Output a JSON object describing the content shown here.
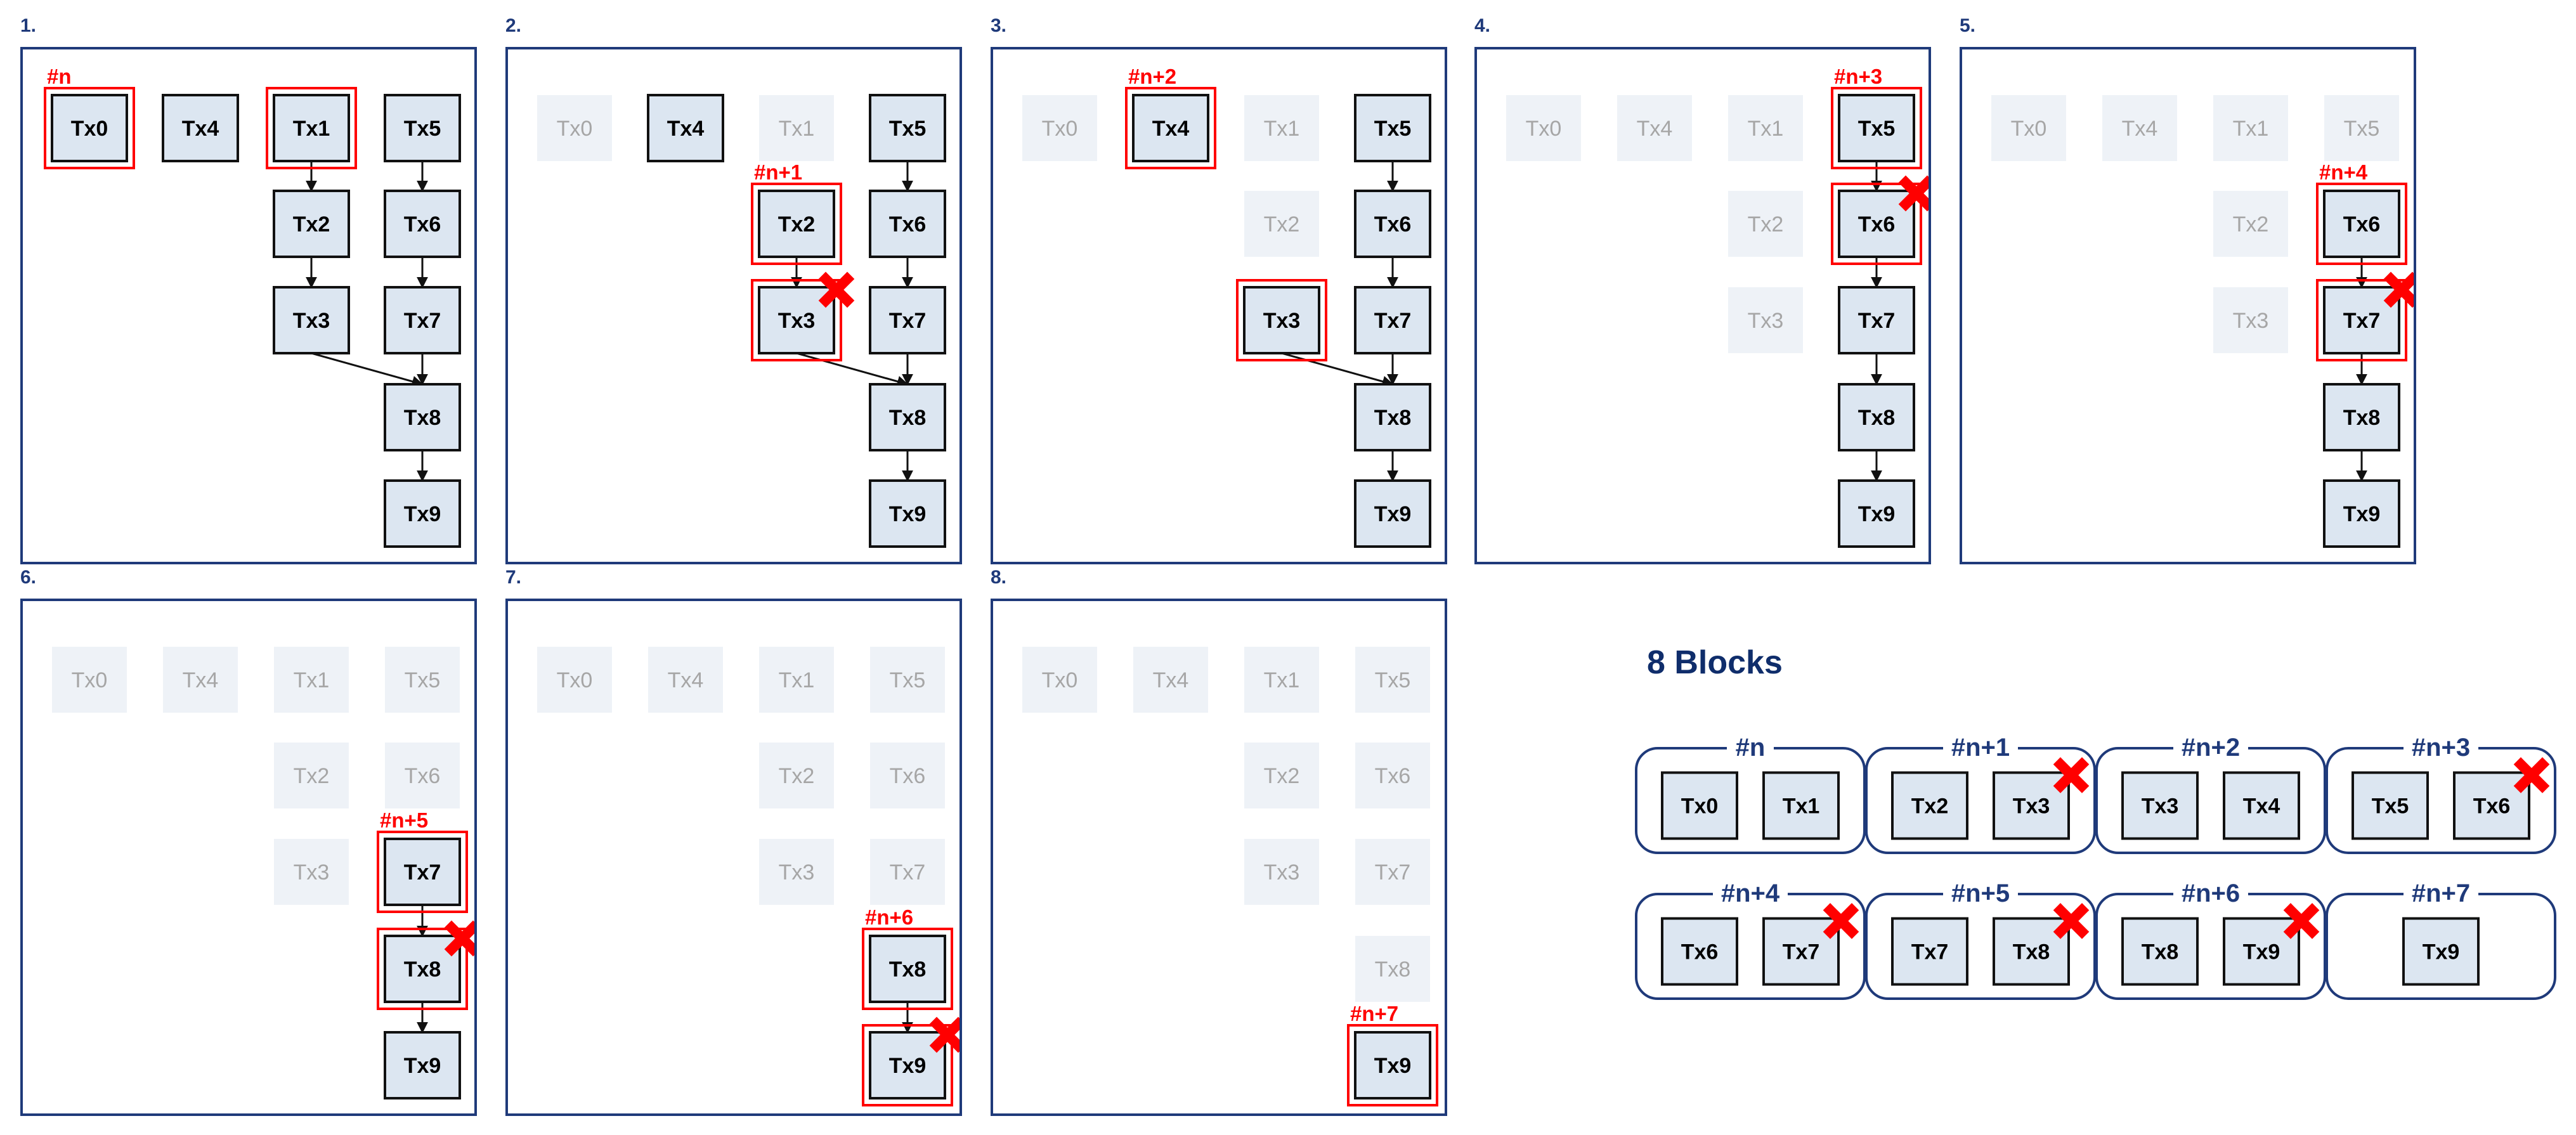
{
  "colors": {
    "panel_border": "#1f3a7a",
    "tx_fill": "#dce6f1",
    "tx_border": "#111111",
    "tx_faded_fill": "#eef2f7",
    "tx_faded_text": "#a6a6a6",
    "highlight": "#ff0000",
    "block_label": "#1f3a7a"
  },
  "icons": {
    "conflict": "red-x-icon"
  },
  "steps": [
    {
      "label": "1.",
      "faded": [],
      "active": [
        "Tx0",
        "Tx4",
        "Tx1",
        "Tx5",
        "Tx2",
        "Tx6",
        "Tx3",
        "Tx7",
        "Tx8",
        "Tx9"
      ],
      "highlighted": [
        "Tx0",
        "Tx1"
      ],
      "crossed": [],
      "block_labels": [
        {
          "text": "#n",
          "at": "Tx0"
        }
      ]
    },
    {
      "label": "2.",
      "faded": [
        "Tx0",
        "Tx1"
      ],
      "active": [
        "Tx4",
        "Tx5",
        "Tx2",
        "Tx6",
        "Tx3",
        "Tx7",
        "Tx8",
        "Tx9"
      ],
      "highlighted": [
        "Tx2",
        "Tx3"
      ],
      "crossed": [
        "Tx3"
      ],
      "block_labels": [
        {
          "text": "#n+1",
          "at": "Tx2"
        }
      ]
    },
    {
      "label": "3.",
      "faded": [
        "Tx0",
        "Tx1",
        "Tx2"
      ],
      "active": [
        "Tx4",
        "Tx5",
        "Tx6",
        "Tx3",
        "Tx7",
        "Tx8",
        "Tx9"
      ],
      "highlighted": [
        "Tx4",
        "Tx3"
      ],
      "crossed": [],
      "block_labels": [
        {
          "text": "#n+2",
          "at": "Tx4"
        }
      ]
    },
    {
      "label": "4.",
      "faded": [
        "Tx0",
        "Tx4",
        "Tx1",
        "Tx2",
        "Tx3"
      ],
      "active": [
        "Tx5",
        "Tx6",
        "Tx7",
        "Tx8",
        "Tx9"
      ],
      "highlighted": [
        "Tx5",
        "Tx6"
      ],
      "crossed": [
        "Tx6"
      ],
      "block_labels": [
        {
          "text": "#n+3",
          "at": "Tx5"
        }
      ]
    },
    {
      "label": "5.",
      "faded": [
        "Tx0",
        "Tx4",
        "Tx1",
        "Tx5",
        "Tx2",
        "Tx3"
      ],
      "active": [
        "Tx6",
        "Tx7",
        "Tx8",
        "Tx9"
      ],
      "highlighted": [
        "Tx6",
        "Tx7"
      ],
      "crossed": [
        "Tx7"
      ],
      "block_labels": [
        {
          "text": "#n+4",
          "at": "Tx6"
        }
      ]
    },
    {
      "label": "6.",
      "faded": [
        "Tx0",
        "Tx4",
        "Tx1",
        "Tx5",
        "Tx2",
        "Tx6",
        "Tx3"
      ],
      "active": [
        "Tx7",
        "Tx8",
        "Tx9"
      ],
      "highlighted": [
        "Tx7",
        "Tx8"
      ],
      "crossed": [
        "Tx8"
      ],
      "block_labels": [
        {
          "text": "#n+5",
          "at": "Tx7"
        }
      ]
    },
    {
      "label": "7.",
      "faded": [
        "Tx0",
        "Tx4",
        "Tx1",
        "Tx5",
        "Tx2",
        "Tx6",
        "Tx3",
        "Tx7"
      ],
      "active": [
        "Tx8",
        "Tx9"
      ],
      "highlighted": [
        "Tx8",
        "Tx9"
      ],
      "crossed": [
        "Tx9"
      ],
      "block_labels": [
        {
          "text": "#n+6",
          "at": "Tx8"
        }
      ]
    },
    {
      "label": "8.",
      "faded": [
        "Tx0",
        "Tx4",
        "Tx1",
        "Tx5",
        "Tx2",
        "Tx6",
        "Tx3",
        "Tx7",
        "Tx8"
      ],
      "active": [
        "Tx9"
      ],
      "highlighted": [
        "Tx9"
      ],
      "crossed": [],
      "block_labels": [
        {
          "text": "#n+7",
          "at": "Tx9"
        }
      ]
    }
  ],
  "summary": {
    "title": "8 Blocks",
    "blocks": [
      {
        "label": "#n",
        "txs": [
          "Tx0",
          "Tx1"
        ],
        "crossed": []
      },
      {
        "label": "#n+1",
        "txs": [
          "Tx2",
          "Tx3"
        ],
        "crossed": [
          "Tx3"
        ]
      },
      {
        "label": "#n+2",
        "txs": [
          "Tx3",
          "Tx4"
        ],
        "crossed": []
      },
      {
        "label": "#n+3",
        "txs": [
          "Tx5",
          "Tx6"
        ],
        "crossed": [
          "Tx6"
        ]
      },
      {
        "label": "#n+4",
        "txs": [
          "Tx6",
          "Tx7"
        ],
        "crossed": [
          "Tx7"
        ]
      },
      {
        "label": "#n+5",
        "txs": [
          "Tx7",
          "Tx8"
        ],
        "crossed": [
          "Tx8"
        ]
      },
      {
        "label": "#n+6",
        "txs": [
          "Tx8",
          "Tx9"
        ],
        "crossed": [
          "Tx9"
        ]
      },
      {
        "label": "#n+7",
        "txs": [
          "Tx9"
        ],
        "crossed": []
      }
    ]
  }
}
